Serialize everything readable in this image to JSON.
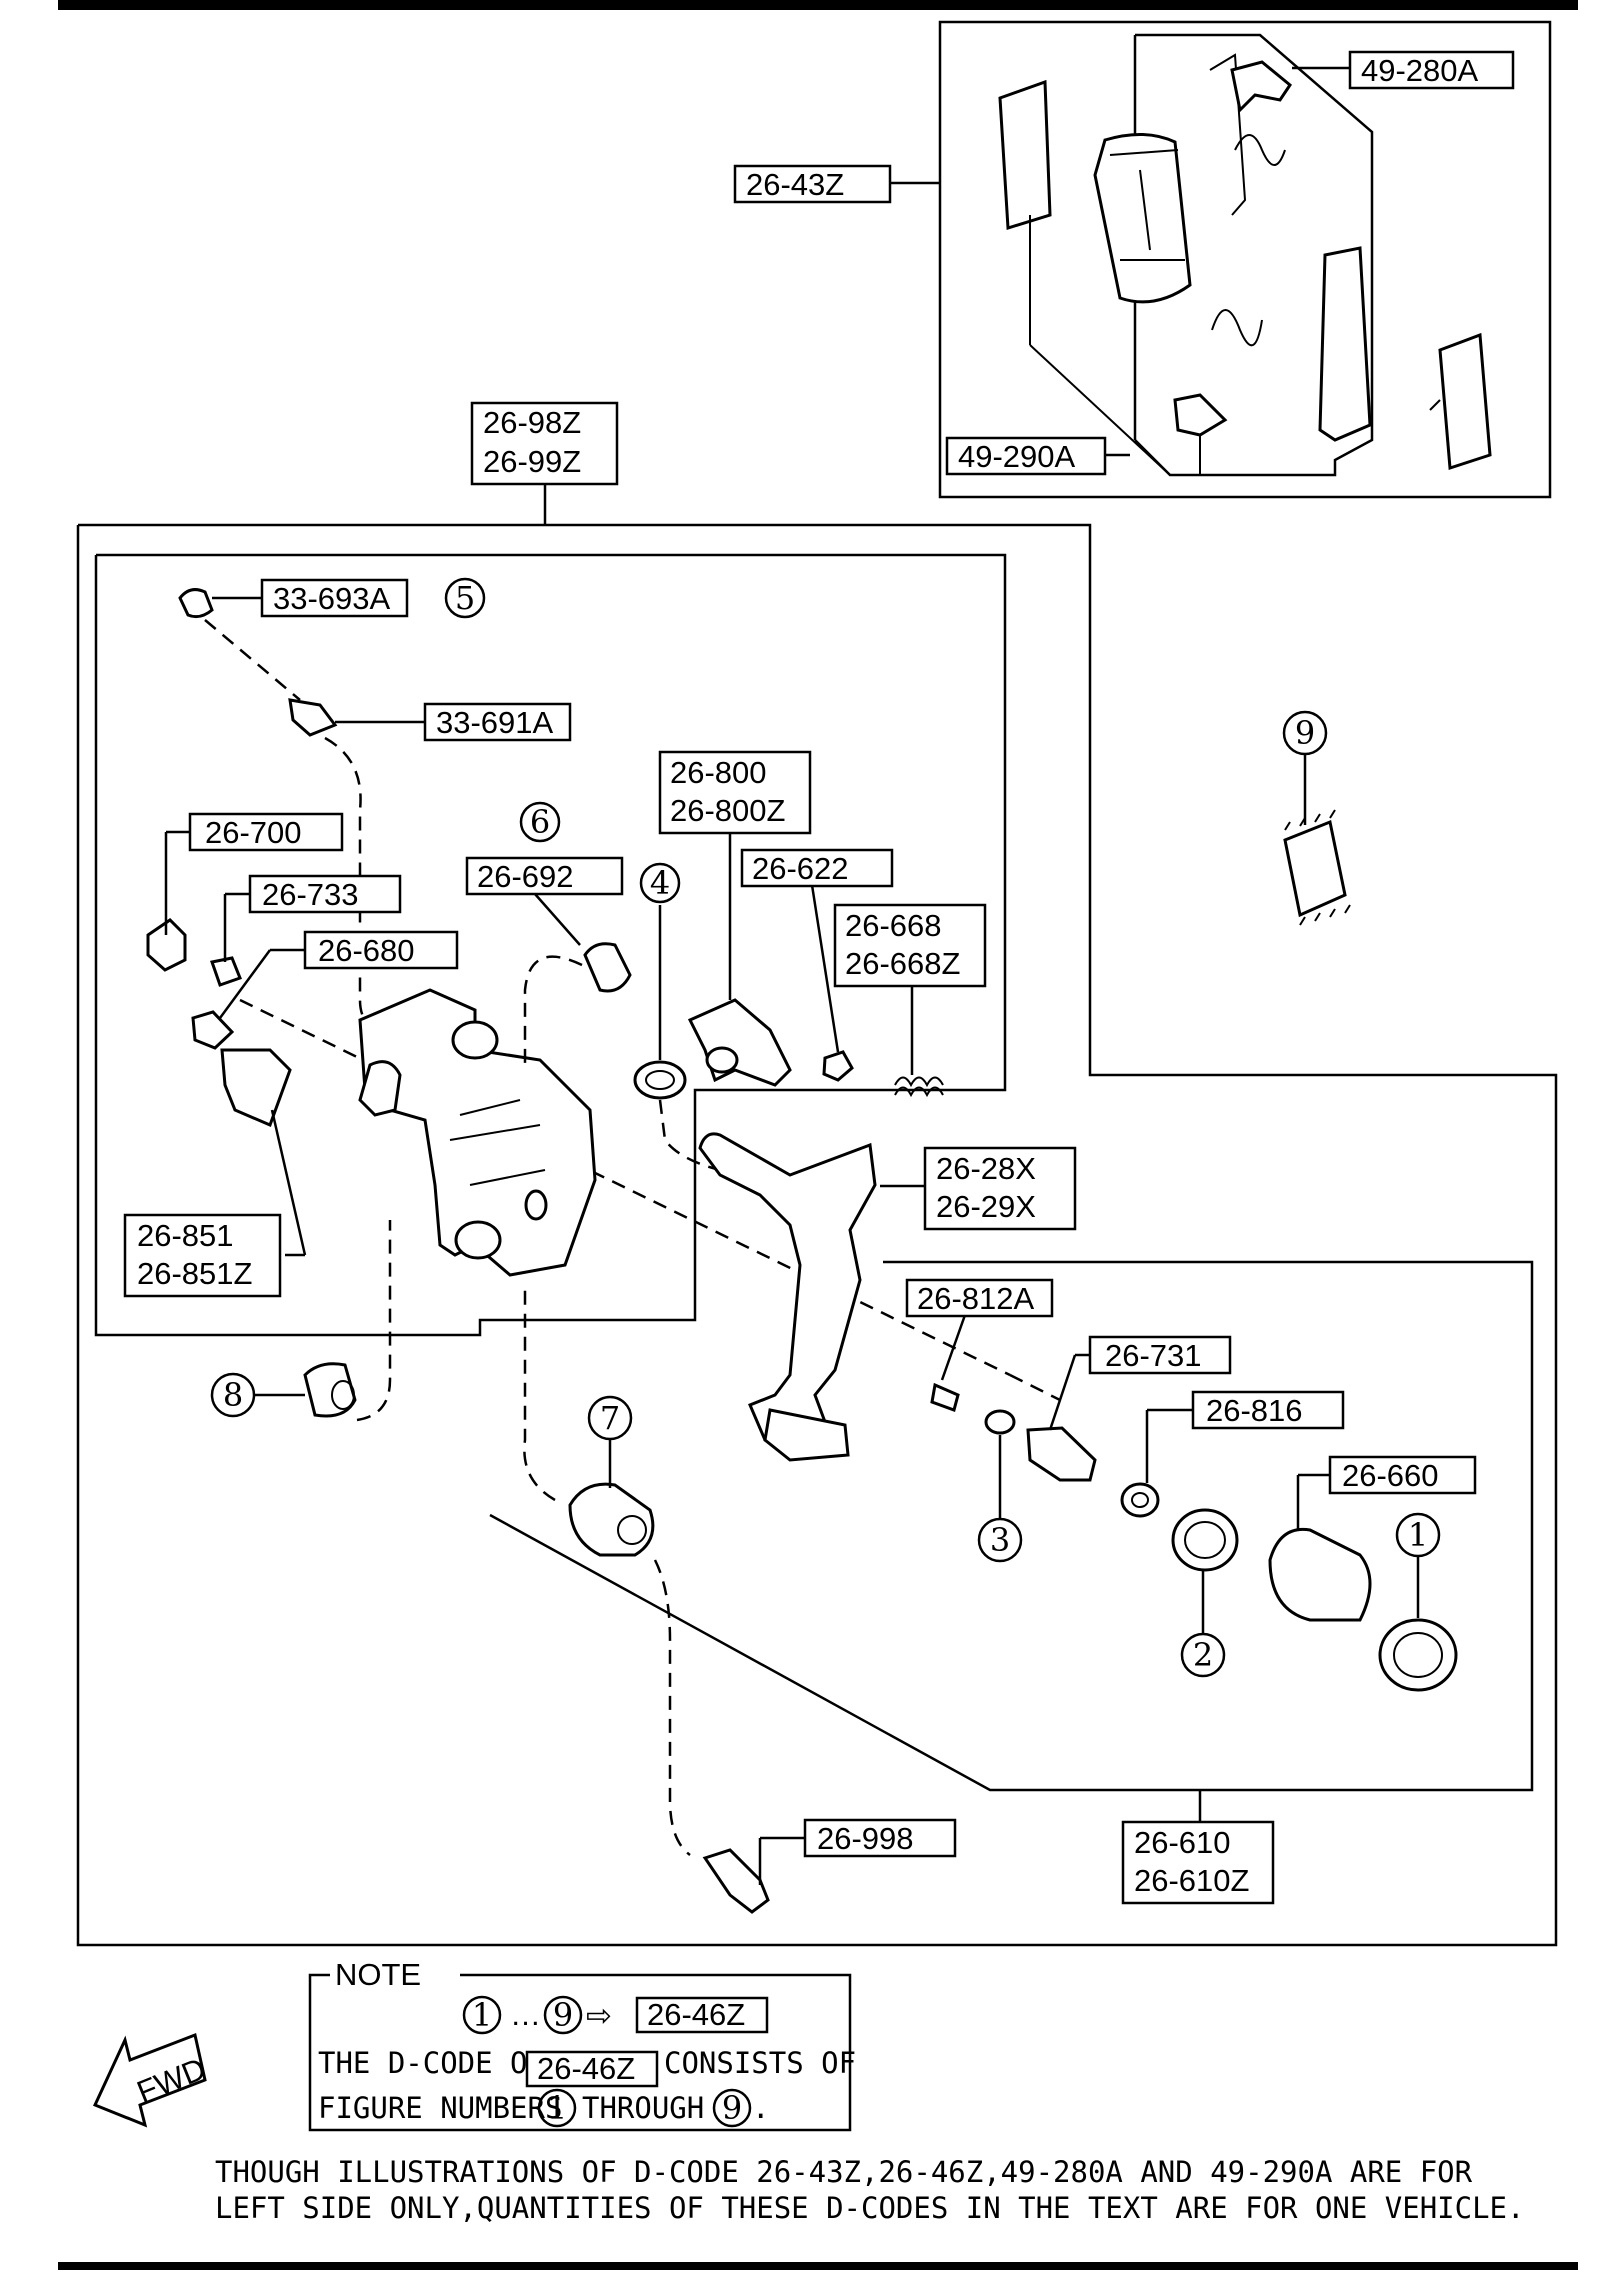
{
  "labels": {
    "pad_kit": "26-43Z",
    "shim_a": "49-280A",
    "shim_b": "49-290A",
    "caliper_assy_1": "26-98Z",
    "caliper_assy_2": "26-99Z",
    "bleeder_cap": "33-693A",
    "bleeder_screw": "33-691A",
    "bolt_700": "26-700",
    "bolt_733": "26-733",
    "bolt_680": "26-680",
    "bracket_851a": "26-851",
    "bracket_851b": "26-851Z",
    "bushing_692": "26-692",
    "lever_800a": "26-800",
    "lever_800b": "26-800Z",
    "nut_622": "26-622",
    "spring_668a": "26-668",
    "spring_668b": "26-668Z",
    "bracket_28": "26-28X",
    "bracket_29": "26-29X",
    "pin_812": "26-812A",
    "screw_731": "26-731",
    "washer_816": "26-816",
    "piston_660": "26-660",
    "cyl_610a": "26-610",
    "cyl_610b": "26-610Z",
    "pin_998": "26-998"
  },
  "figure_numbers": [
    "1",
    "2",
    "3",
    "4",
    "5",
    "6",
    "7",
    "8",
    "9"
  ],
  "note": {
    "title": "NOTE",
    "range_from": "1",
    "range_to": "9",
    "range_sep": "…",
    "arrow": "⇨",
    "kit_code": "26-46Z",
    "line2_prefix": "THE D-CODE OF",
    "line2_suffix": "CONSISTS OF",
    "line3_prefix": "FIGURE NUMBERS",
    "line3_mid": "THROUGH",
    "line3_end": "."
  },
  "fwd_label": "FWD",
  "footer": {
    "line1": "THOUGH ILLUSTRATIONS OF D-CODE 26-43Z,26-46Z,49-280A AND 49-290A ARE FOR",
    "line2": "LEFT SIDE ONLY,QUANTITIES OF THESE D-CODES IN THE TEXT ARE FOR ONE VEHICLE."
  }
}
